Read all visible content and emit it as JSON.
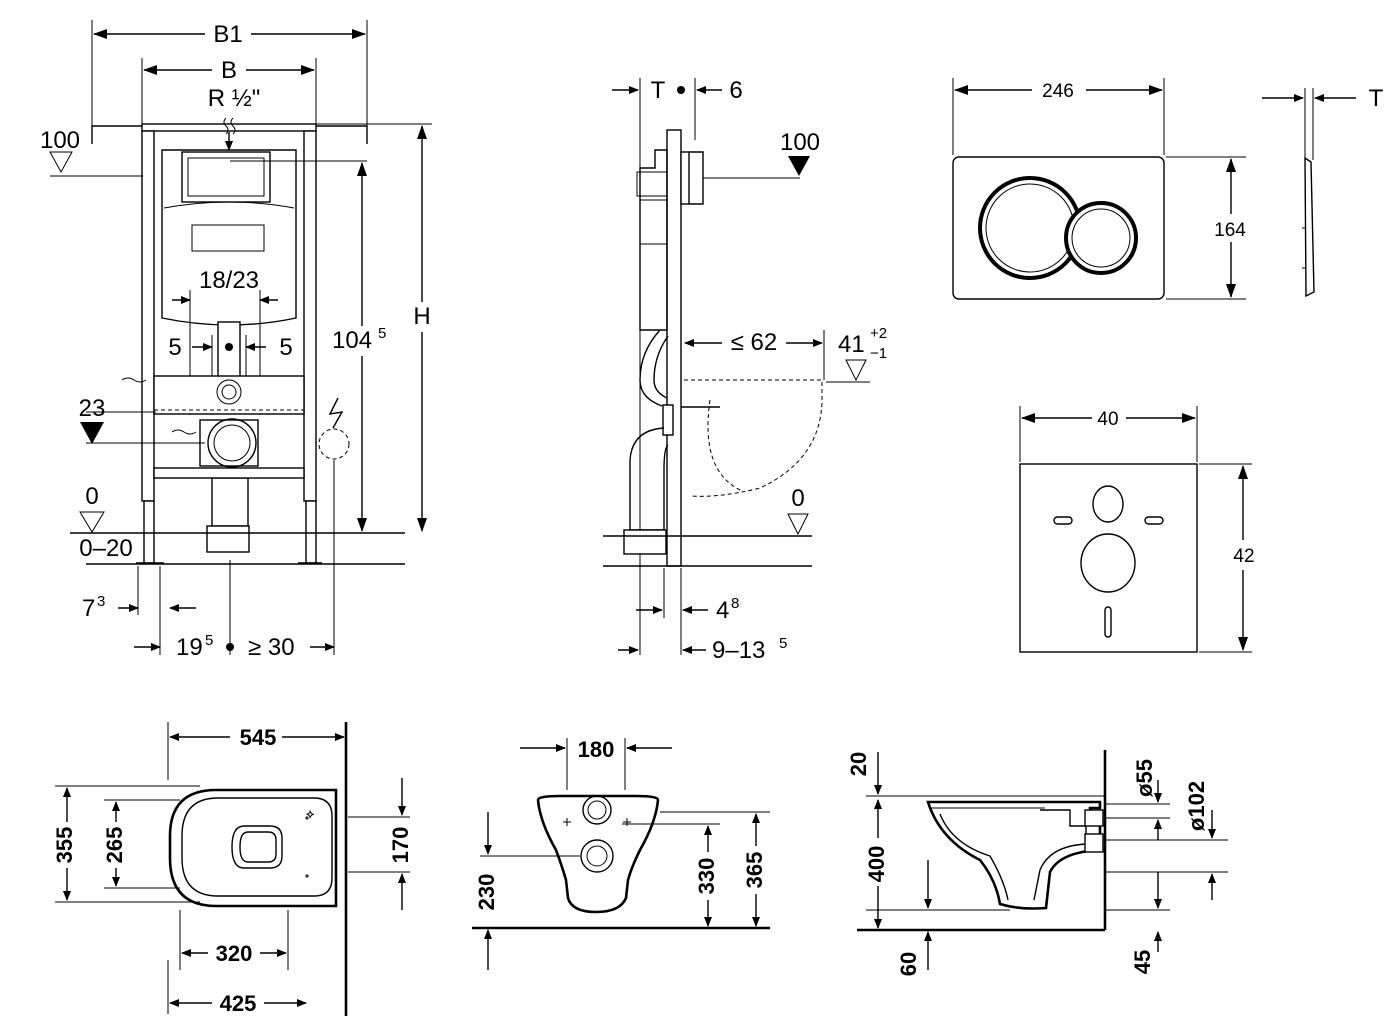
{
  "frame_front": {
    "b1": "B1",
    "b": "B",
    "thread": "R ½\"",
    "level_100": "100",
    "level_23": "23",
    "level_0": "0",
    "range_0_20": "0–20",
    "gap_18_23": "18/23",
    "dim_5_left": "5",
    "dim_5_right": "5",
    "height_104": "104",
    "height_104_sup": "5",
    "height_h": "H",
    "dim_7": "7",
    "dim_7_sup": "3",
    "dim_19": "19",
    "dim_19_sup": "5",
    "dim_ge30": "≥ 30"
  },
  "frame_side": {
    "t": "T",
    "six": "6",
    "level_100": "100",
    "le62": "≤ 62",
    "dim_41": "41",
    "dim_41_plus": "+2",
    "dim_41_minus": "−1",
    "level_0": "0",
    "dim_4": "4",
    "dim_4_sup": "8",
    "dim_9_13": "9–13",
    "dim_9_13_sup": "5"
  },
  "flush_plate": {
    "width": "246",
    "height": "164",
    "t": "T"
  },
  "sound_pad": {
    "width": "40",
    "height": "42"
  },
  "bowl_top": {
    "length": "545",
    "w355": "355",
    "w265": "265",
    "w170": "170",
    "d320": "320",
    "d425": "425"
  },
  "bowl_front": {
    "d180": "180",
    "h230": "230",
    "h330": "330",
    "h365": "365"
  },
  "bowl_side": {
    "d20": "20",
    "d400": "400",
    "d60": "60",
    "o55": "ø55",
    "o102": "ø102",
    "d45": "45"
  }
}
